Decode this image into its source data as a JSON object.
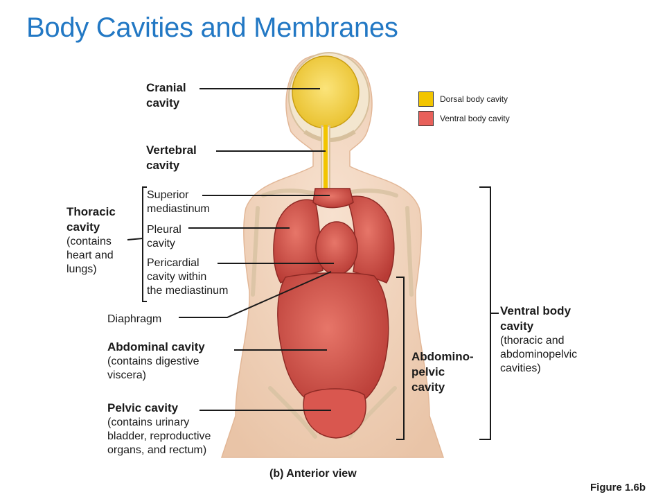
{
  "title": "Body Cavities and Membranes",
  "legend": {
    "items": [
      {
        "label": "Dorsal body cavity",
        "color": "#f2c500"
      },
      {
        "label": "Ventral body cavity",
        "color": "#e8605a"
      }
    ]
  },
  "labels": {
    "cranial": [
      "Cranial",
      "cavity"
    ],
    "vertebral": [
      "Vertebral",
      "cavity"
    ],
    "superior_mediastinum": [
      "Superior",
      "mediastinum"
    ],
    "pleural": [
      "Pleural",
      "cavity"
    ],
    "pericardial": [
      "Pericardial",
      "cavity within",
      "the mediastinum"
    ],
    "thoracic": {
      "name": [
        "Thoracic",
        "cavity"
      ],
      "detail": [
        "(contains",
        "heart and",
        "lungs)"
      ]
    },
    "diaphragm": "Diaphragm",
    "abdominal": {
      "name": "Abdominal cavity",
      "detail": [
        "(contains digestive",
        "viscera)"
      ]
    },
    "pelvic": {
      "name": "Pelvic cavity",
      "detail": [
        "(contains urinary",
        "bladder, reproductive",
        "organs, and rectum)"
      ]
    },
    "abdominopelvic": [
      "Abdomino-",
      "pelvic",
      "cavity"
    ],
    "ventral": {
      "name": [
        "Ventral body",
        "cavity"
      ],
      "detail": [
        "(thoracic and",
        "abdominopelvic",
        "cavities)"
      ]
    }
  },
  "view_caption": "(b) Anterior view",
  "figure_number": "Figure 1.6b"
}
